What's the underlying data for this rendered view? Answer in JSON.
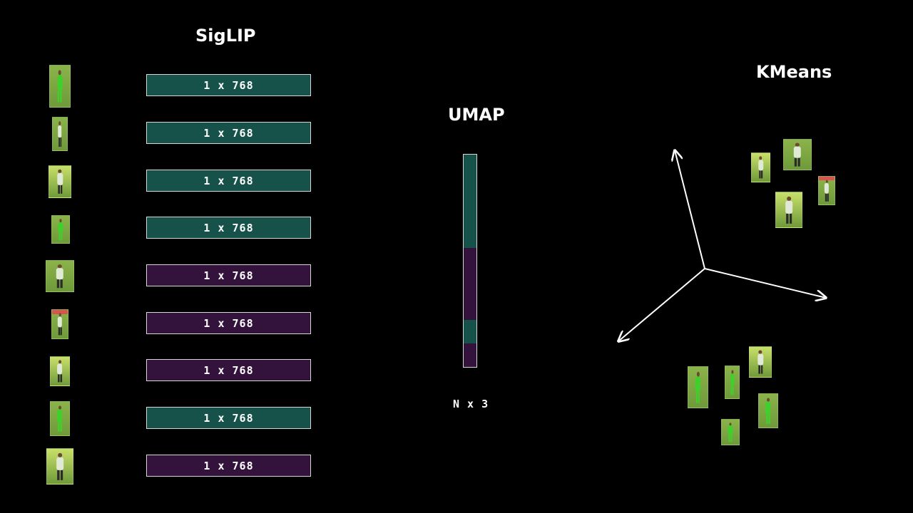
{
  "titles": {
    "siglip": "SigLIP",
    "umap": "UMAP",
    "kmeans": "KMeans"
  },
  "colors": {
    "teal": "#17524a",
    "purple": "#33123b",
    "green_kit": "#3fd12b",
    "white_kit": "#dfe9d6",
    "pitch": "#8bb34a",
    "light_pitch": "#c9e06a"
  },
  "embedding_label": "1 x 768",
  "embeddings": [
    {
      "label": "1 x 768",
      "cluster": "teal",
      "kit": "green"
    },
    {
      "label": "1 x 768",
      "cluster": "teal",
      "kit": "white"
    },
    {
      "label": "1 x 768",
      "cluster": "teal",
      "kit": "white"
    },
    {
      "label": "1 x 768",
      "cluster": "teal",
      "kit": "green"
    },
    {
      "label": "1 x 768",
      "cluster": "purple",
      "kit": "white"
    },
    {
      "label": "1 x 768",
      "cluster": "purple",
      "kit": "white"
    },
    {
      "label": "1 x 768",
      "cluster": "purple",
      "kit": "white"
    },
    {
      "label": "1 x 768",
      "cluster": "teal",
      "kit": "green"
    },
    {
      "label": "1 x 768",
      "cluster": "purple",
      "kit": "white"
    }
  ],
  "umap": {
    "output_label": "N x 3",
    "segments": [
      {
        "cluster": "teal",
        "fraction": 0.44
      },
      {
        "cluster": "purple",
        "fraction": 0.34
      },
      {
        "cluster": "teal",
        "fraction": 0.11
      },
      {
        "cluster": "purple",
        "fraction": 0.11
      }
    ]
  },
  "kmeans": {
    "axes_icon": "3d-axes-icon",
    "cluster_white": [
      "white-kit-player",
      "white-kit-player",
      "white-kit-player",
      "white-kit-player"
    ],
    "cluster_green": [
      "green-kit-player",
      "green-kit-player",
      "white-kit-player",
      "green-kit-player",
      "green-kit-player"
    ]
  }
}
